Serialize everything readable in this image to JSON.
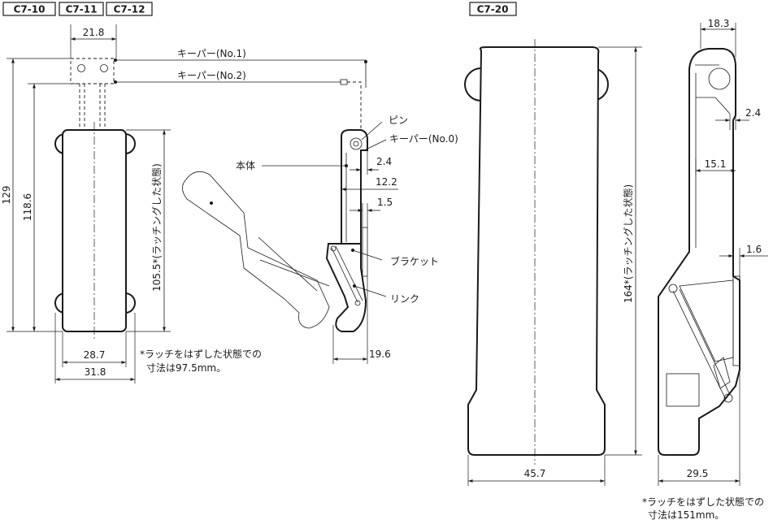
{
  "models": {
    "c7_10": "C7-10",
    "c7_11": "C7-11",
    "c7_12": "C7-12",
    "c7_20": "C7-20"
  },
  "left_view": {
    "dim_top_width": "21.8",
    "dim_total_height": "129",
    "dim_body_height": "118.6",
    "dim_latched": "105.5*(ラッチングした状態)",
    "dim_body_width": "28.7",
    "dim_overall_width": "31.8",
    "keeper_no1": "キーパー(No.1)",
    "keeper_no2": "キーパー(No.2)"
  },
  "side_view": {
    "label_pin": "ピン",
    "label_keeper_no0": "キーパー(No.0)",
    "label_body": "本体",
    "label_bracket": "ブラケット",
    "label_link": "リンク",
    "dim_a": "2.4",
    "dim_b": "12.2",
    "dim_c": "1.5",
    "dim_width": "19.6"
  },
  "note_small": {
    "line1": "*ラッチをはずした状態での",
    "line2": "寸法は97.5mm。"
  },
  "right_view": {
    "dim_height": "164*(ラッチングした状態)",
    "dim_width": "45.7"
  },
  "right_side_view": {
    "dim_top": "18.3",
    "dim_a": "2.4",
    "dim_b": "15.1",
    "dim_c": "1.6",
    "dim_width": "29.5"
  },
  "note_large": {
    "line1": "*ラッチをはずした状態での",
    "line2": "寸法は151mm。"
  }
}
